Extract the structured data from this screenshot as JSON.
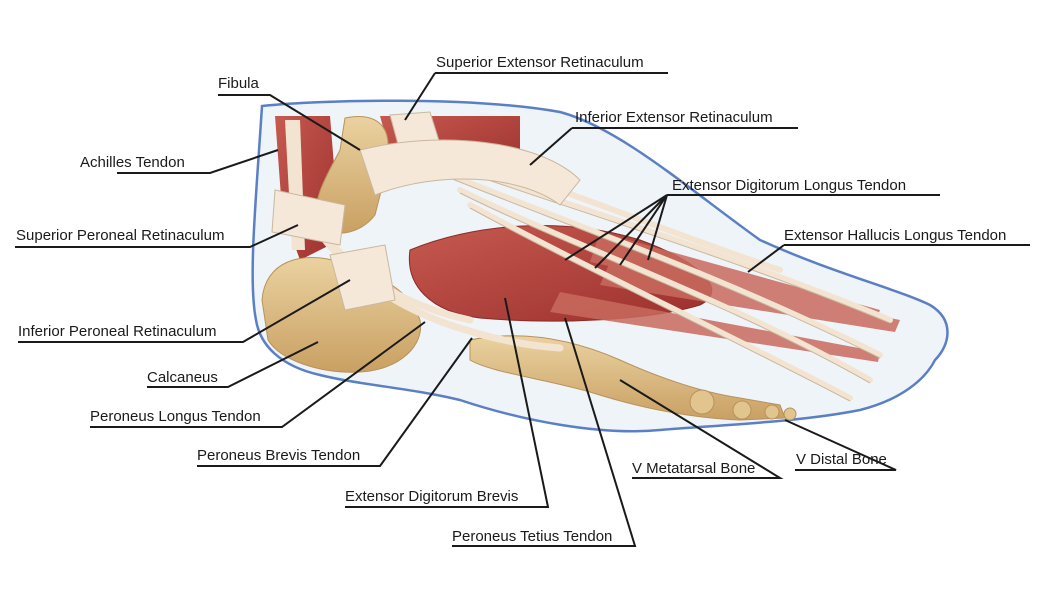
{
  "labels": {
    "fibula": "Fibula",
    "superior_extensor_retinaculum": "Superior Extensor Retinaculum",
    "inferior_extensor_retinaculum": "Inferior Extensor Retinaculum",
    "achilles_tendon": "Achilles Tendon",
    "extensor_digitorum_longus_tendon": "Extensor Digitorum Longus Tendon",
    "superior_peroneal_retinaculum": "Superior Peroneal Retinaculum",
    "extensor_hallucis_longus_tendon": "Extensor Hallucis Longus Tendon",
    "inferior_peroneal_retinaculum": "Inferior Peroneal Retinaculum",
    "calcaneus": "Calcaneus",
    "peroneus_longus_tendon": "Peroneus Longus Tendon",
    "peroneus_brevis_tendon": "Peroneus Brevis Tendon",
    "extensor_digitorum_brevis": "Extensor Digitorum Brevis",
    "peroneus_tetius_tendon": "Peroneus Tetius Tendon",
    "v_metatarsal_bone": "V Metatarsal Bone",
    "v_distal_bone": "V Distal Bone"
  },
  "colors": {
    "foot_outline": "#5b7fc4",
    "skin_fill": "#eef4f8",
    "muscle": "#b8443e",
    "muscle_light": "#d8857a",
    "tendon": "#f3e4d2",
    "bone": "#d9b77c",
    "bone_dark": "#b8925a",
    "leader_line": "#1a1a1a"
  }
}
